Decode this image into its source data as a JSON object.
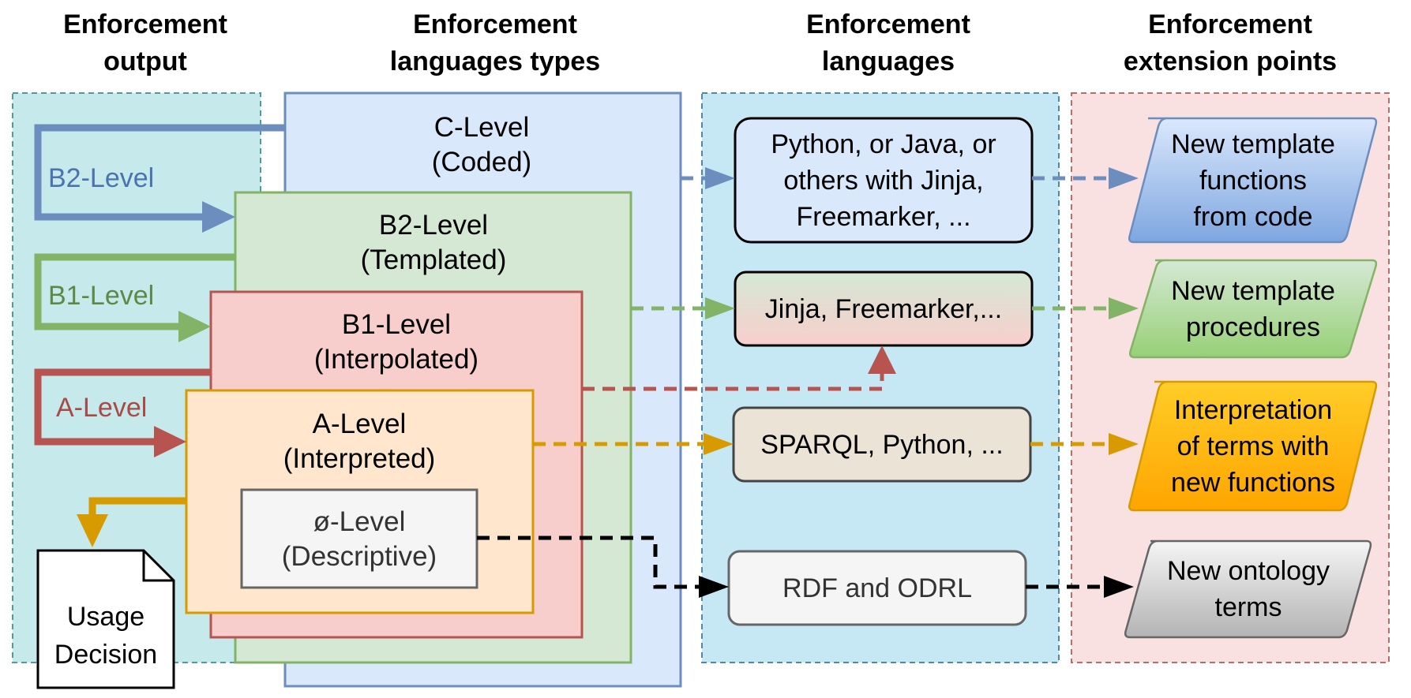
{
  "headers": {
    "output": [
      "Enforcement",
      "output"
    ],
    "types": [
      "Enforcement",
      "languages types"
    ],
    "languages": [
      "Enforcement",
      "languages"
    ],
    "extension": [
      "Enforcement",
      "extension points"
    ]
  },
  "levels": {
    "c": [
      "C-Level",
      "(Coded)"
    ],
    "b2": [
      "B2-Level",
      "(Templated)"
    ],
    "b1": [
      "B1-Level",
      "(Interpolated)"
    ],
    "a": [
      "A-Level",
      "(Interpreted)"
    ],
    "zero": [
      "ø-Level",
      "(Descriptive)"
    ]
  },
  "output_labels": {
    "b2": "B2-Level",
    "b1": "B1-Level",
    "a": "A-Level"
  },
  "usage_decision": [
    "Usage",
    "Decision"
  ],
  "languages": {
    "coded": [
      "Python, or Java, or",
      "others with Jinja,",
      "Freemarker, ..."
    ],
    "templated": [
      "Jinja, Freemarker,..."
    ],
    "interpreted": [
      "SPARQL, Python, ..."
    ],
    "descriptive": [
      "RDF and ODRL"
    ]
  },
  "extensions": {
    "functions": [
      "New template",
      "functions",
      "from code"
    ],
    "procedures": [
      "New template",
      "procedures"
    ],
    "interpretation": [
      "Interpretation",
      "of terms with",
      "new functions"
    ],
    "ontology": [
      "New ontology",
      "terms"
    ]
  },
  "colors": {
    "c_blue": "#6c8ebf",
    "b2_green": "#82b366",
    "b1_red": "#b85450",
    "a_orange": "#d79b00",
    "black": "#000000",
    "label_blue": "#4a73b0",
    "label_green": "#5c8a46",
    "label_red": "#a84a46"
  }
}
